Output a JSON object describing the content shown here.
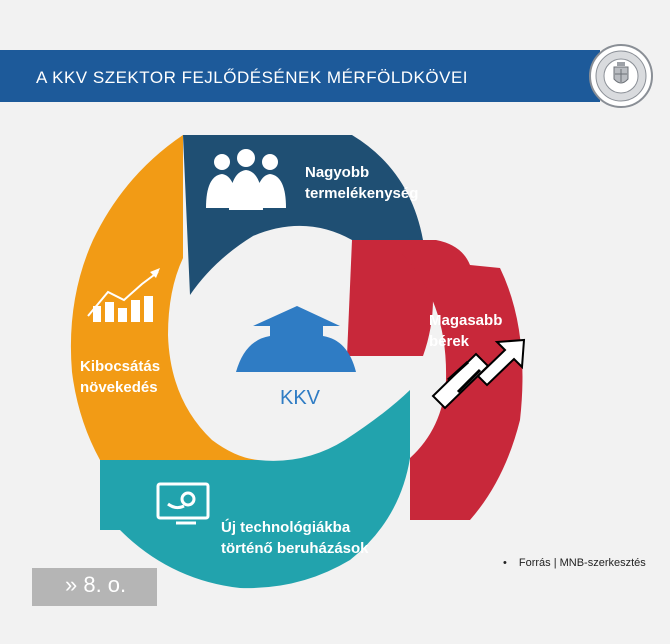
{
  "header": {
    "title": "A KKV SZEKTOR FEJLŐDÉSÉNEK MÉRFÖLDKÖVEI"
  },
  "diagram": {
    "center_label": "KKV",
    "segments": [
      {
        "lines": [
          "Nagyobb",
          "termelékenység"
        ],
        "color": "#1f4f73",
        "icon": "people-icon"
      },
      {
        "lines": [
          "Magasabb",
          "bérek"
        ],
        "color": "#c8283a",
        "icon": "money-growth-icon"
      },
      {
        "lines": [
          "Új technológiákba",
          "történő beruházások"
        ],
        "color": "#22a3ad",
        "icon": "technology-settings-icon"
      },
      {
        "lines": [
          "Kibocsátás",
          "növekedés"
        ],
        "color": "#f29b15",
        "icon": "growth-chart-icon"
      }
    ]
  },
  "footer": {
    "page_ref": "» 8. o.",
    "source": "Forrás | MNB-szerkesztés"
  },
  "colors": {
    "banner": "#1d5a9a",
    "arrow": "#2f7cc4",
    "background": "#f2f2f2"
  }
}
